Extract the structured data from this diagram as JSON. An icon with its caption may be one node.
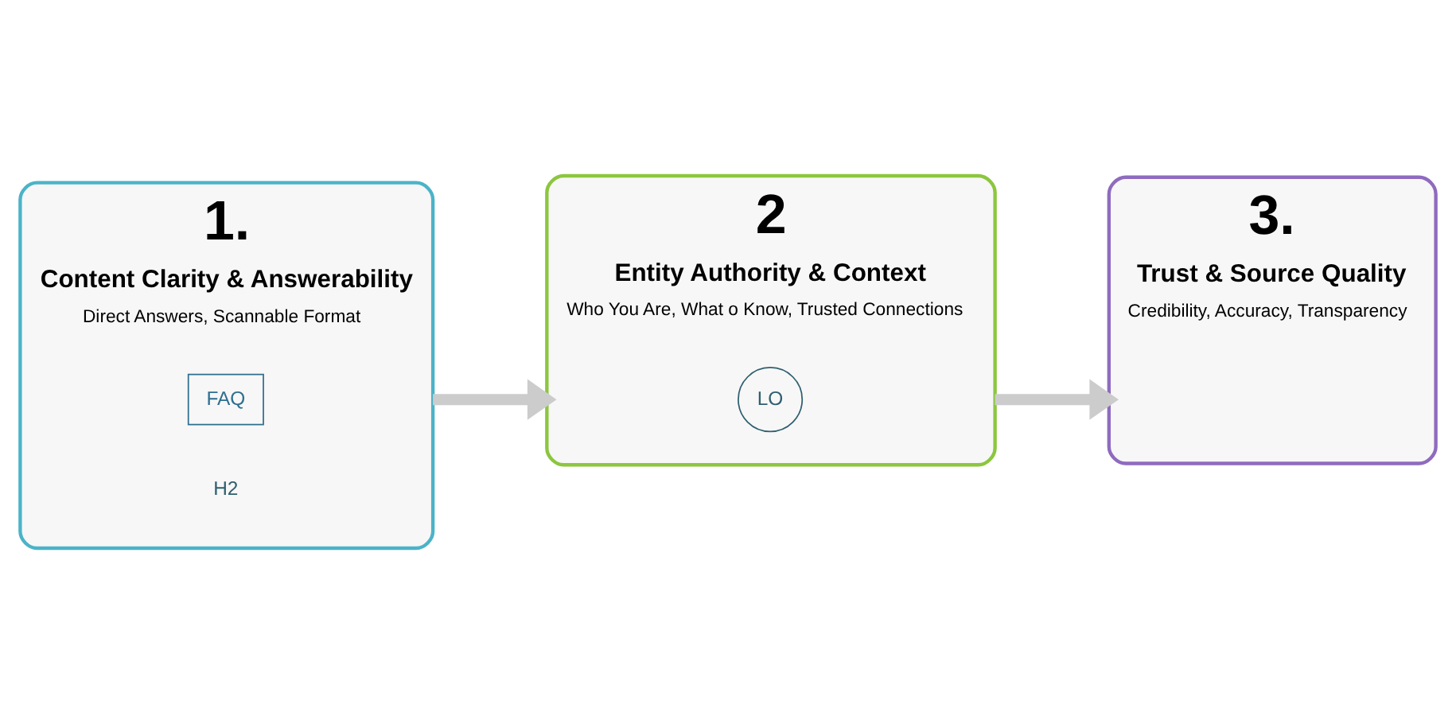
{
  "diagram": {
    "nodes": [
      {
        "text": [
          "1.",
          "Content Clarity & Answerability",
          "Direct Answers, Scannable Format"
        ]
      },
      {
        "text": [
          "FAQ"
        ],
        "in": 0
      },
      {
        "text": [
          "2",
          "Entity Authority & Context",
          "Who You Are, What o Know, Trusted Connections"
        ]
      },
      {
        "text": [
          "LO"
        ],
        "in": 2
      },
      {
        "text": [
          "3.",
          "Trust & Source Quality",
          "Credibility, Accuracy, Transparency"
        ]
      }
    ],
    "edges": [
      {
        "from": 0,
        "to": 2,
        "arrow": "to"
      },
      {
        "from": 2,
        "to": 4,
        "arrow": "to"
      }
    ],
    "labels": [
      "H2"
    ]
  }
}
